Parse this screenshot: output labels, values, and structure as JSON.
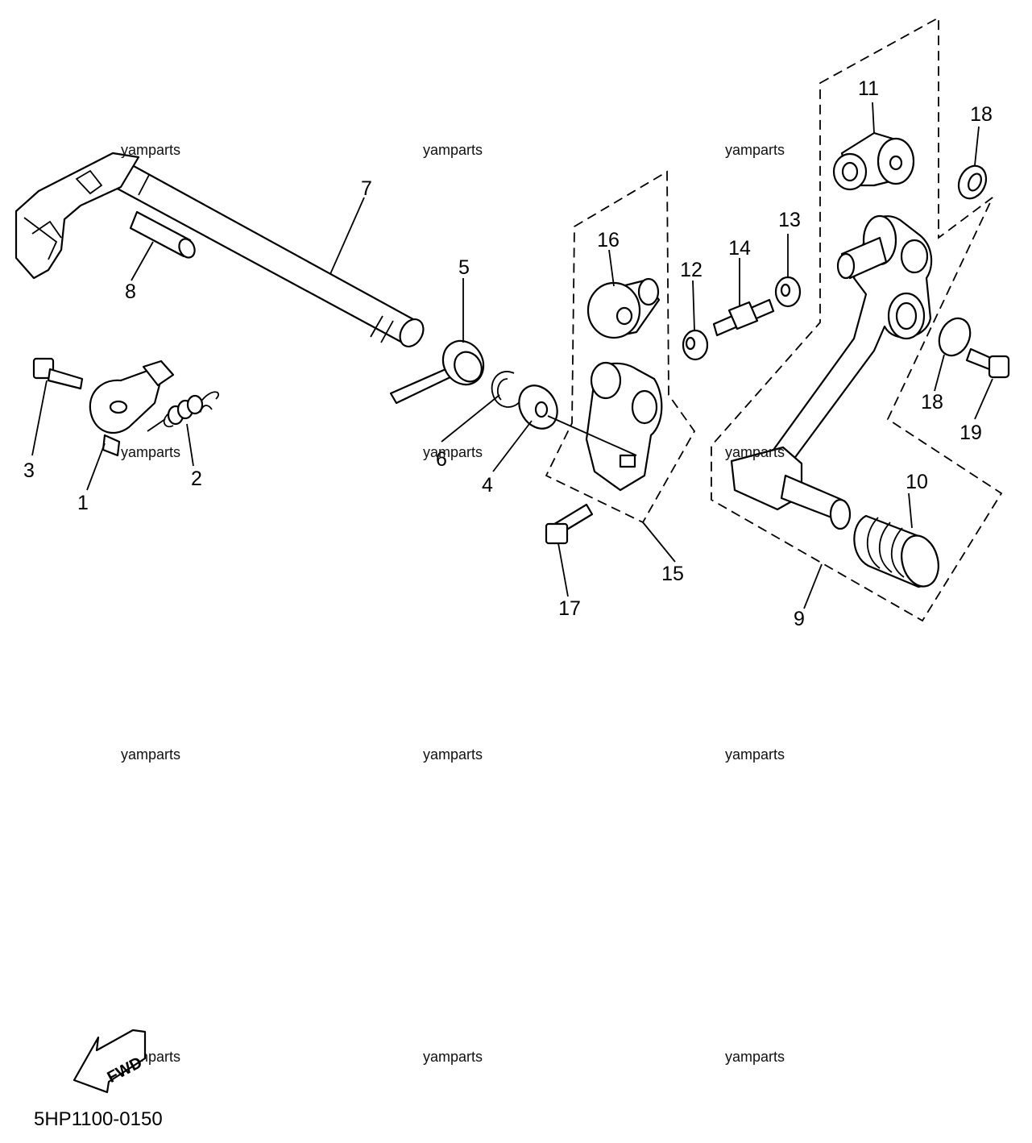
{
  "callouts": {
    "c1": "1",
    "c2": "2",
    "c3": "3",
    "c4": "4",
    "c5": "5",
    "c6": "6",
    "c7": "7",
    "c8": "8",
    "c9": "9",
    "c10": "10",
    "c11": "11",
    "c12": "12",
    "c13": "13",
    "c14": "14",
    "c15": "15",
    "c16": "16",
    "c17": "17",
    "c18a": "18",
    "c18b": "18",
    "c19": "19"
  },
  "watermark": "yamparts",
  "diagram_code": "5HP1100-0150",
  "fwd_label": "FWD"
}
